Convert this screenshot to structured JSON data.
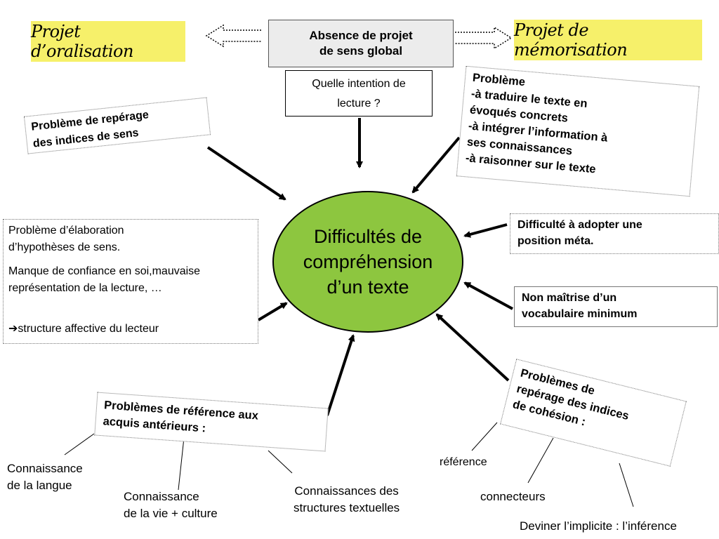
{
  "top": {
    "left_title": "Projet d’oralisation",
    "center_lines": [
      "Absence de projet",
      "de sens global"
    ],
    "right_title": "Projet de mémorisation",
    "question_lines": [
      "Quelle intention de",
      "lecture ?"
    ]
  },
  "center": {
    "lines": [
      "Difficultés de",
      "compréhension",
      "d’un texte"
    ],
    "fill_color": "#8dc63f"
  },
  "boxes": {
    "reperage": [
      "Problème de repérage",
      "des indices de sens"
    ],
    "probleme_right": [
      "Problème",
      "-à traduire le texte en",
      "évoqués concrets",
      "-à intégrer l’information à",
      "ses connaissances",
      "-à raisonner sur le texte"
    ],
    "elaboration": {
      "p1": [
        "Problème d’élaboration",
        "d’hypothèses de sens."
      ],
      "p2": [
        "Manque de confiance en soi,mauvaise",
        "représentation de la lecture, …"
      ],
      "p3_arrow": "➔",
      "p3": "structure affective du lecteur"
    },
    "meta": [
      "Difficulté à adopter une",
      "position méta."
    ],
    "vocab": [
      "Non maîtrise d’un",
      "vocabulaire minimum"
    ],
    "coherence": [
      "Problèmes de",
      "repérage des indices",
      "de cohésion :"
    ],
    "reference": [
      "Problèmes de référence aux",
      "acquis antérieurs :"
    ]
  },
  "leaves": {
    "langue": [
      "Connaissance",
      "de la langue"
    ],
    "vie": [
      "Connaissance",
      "de la vie + culture"
    ],
    "structures": [
      "Connaissances des",
      "structures textuelles"
    ],
    "reference": "référence",
    "connecteurs": "connecteurs",
    "implicite": "Deviner l’implicite : l’inférence"
  }
}
